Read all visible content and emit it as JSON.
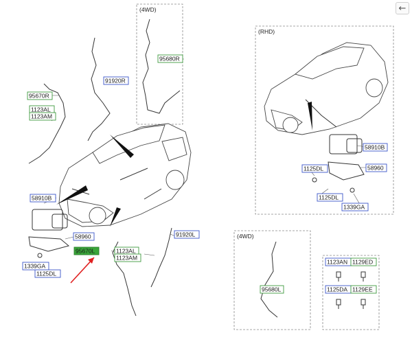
{
  "icons": {
    "back": "arrow-left-icon"
  },
  "colors": {
    "label_blue": "#3b55c9",
    "label_green": "#3f9a3f",
    "highlight": "#3aa63a",
    "pointer_red": "#e02020"
  },
  "sections": {
    "fwd_top": "(4WD)",
    "rhd": "(RHD)",
    "fwd_bottom": "(4WD)"
  },
  "parts": {
    "p95680R": "95680R",
    "p91920R": "91920R",
    "p95670R": "95670R",
    "p1123AL_top": "1123AL",
    "p1123AM_top": "1123AM",
    "p58910B_left": "58910B",
    "p58960_left": "58960",
    "p1339GA_left": "1339GA",
    "p1125DL_left": "1125DL",
    "p95670L": "95670L",
    "p1123AL_mid": "1123AL",
    "p1123AM_mid": "1123AM",
    "p91920L": "91920L",
    "p58910B_right": "58910B",
    "p1125DL_r1": "1125DL",
    "p58960_right": "58960",
    "p1125DL_r2": "1125DL",
    "p1339GA_right": "1339GA",
    "p95680L": "95680L"
  },
  "legend": {
    "c1": "1123AN",
    "c2": "1129ED",
    "c3": "1125DA",
    "c4": "1129EE"
  }
}
